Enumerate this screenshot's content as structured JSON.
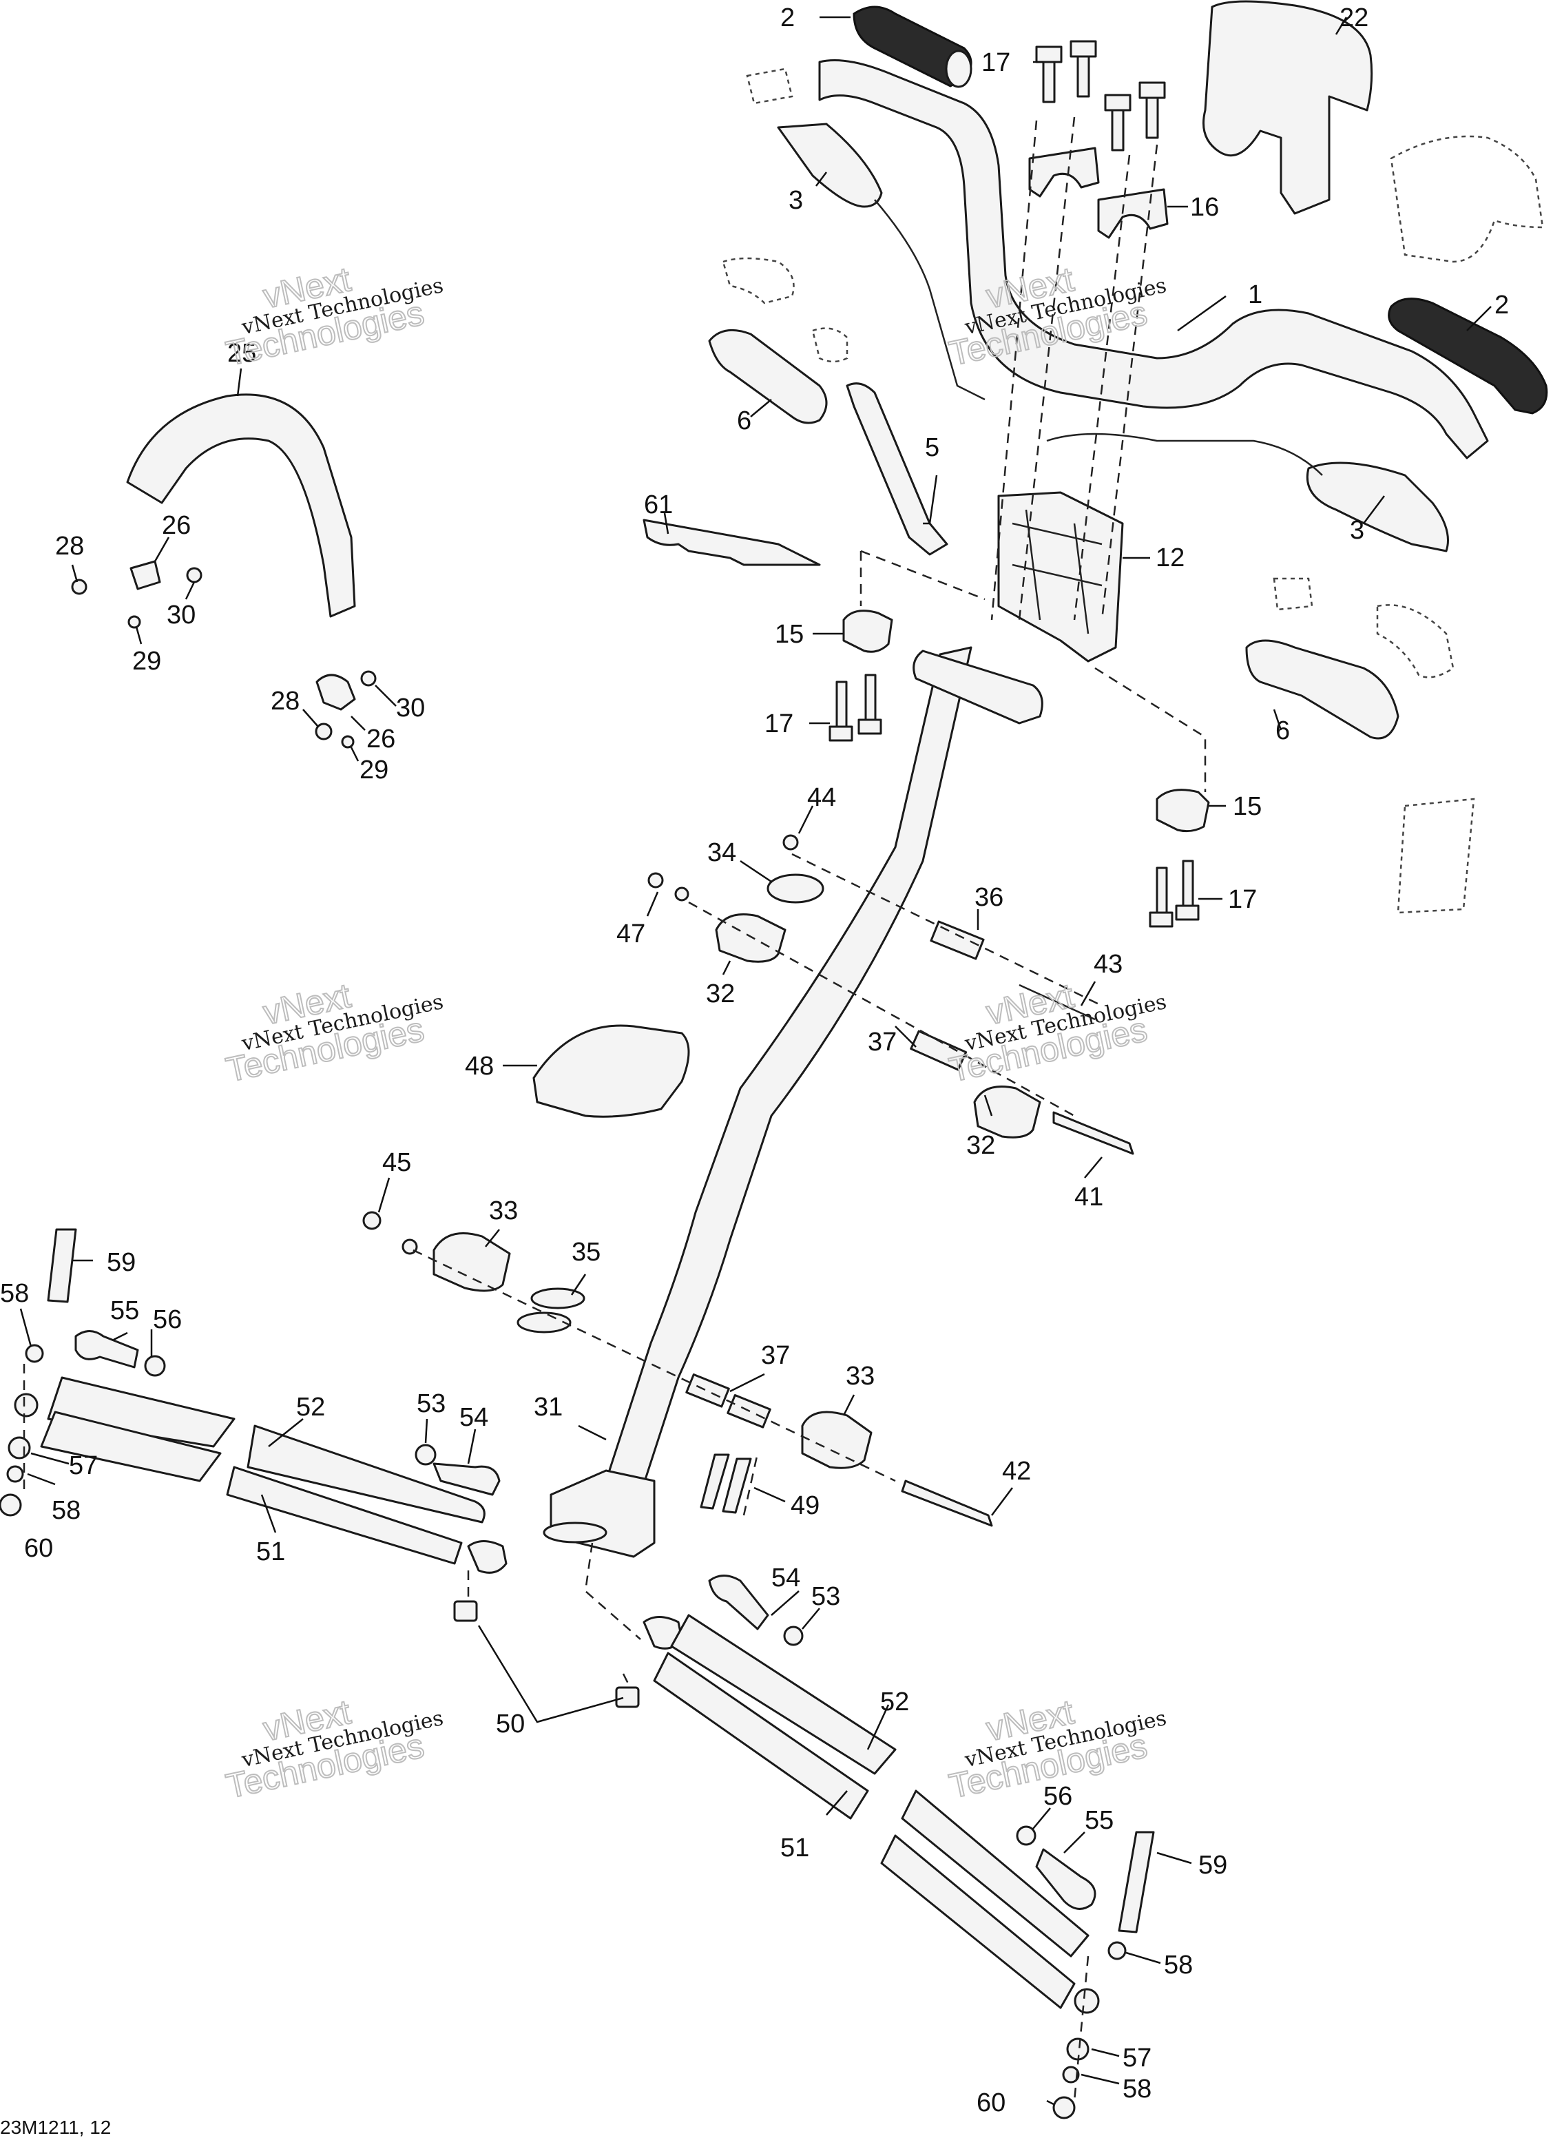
{
  "figure_id": "23M1211, 12",
  "watermark": {
    "line1": "vNext",
    "line2": "vNext Technologies",
    "line3": "Technologies"
  },
  "callouts": [
    "1",
    "2",
    "3",
    "5",
    "6",
    "12",
    "15",
    "16",
    "17",
    "22",
    "25",
    "26",
    "28",
    "29",
    "30",
    "31",
    "32",
    "33",
    "34",
    "35",
    "36",
    "37",
    "41",
    "42",
    "43",
    "44",
    "45",
    "47",
    "48",
    "49",
    "50",
    "51",
    "52",
    "53",
    "54",
    "55",
    "56",
    "57",
    "58",
    "59",
    "60",
    "61"
  ]
}
